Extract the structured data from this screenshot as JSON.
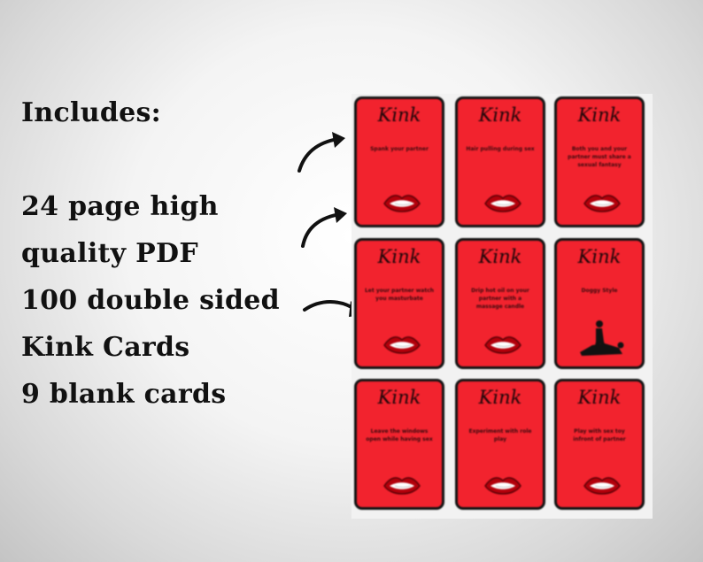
{
  "heading": "Includes:",
  "features": [
    "24 page high",
    "quality PDF",
    "100 double sided",
    "Kink Cards",
    "9 blank cards"
  ],
  "cards": [
    {
      "title": "Kink",
      "text": "Spank your partner",
      "icon": "lips-icon"
    },
    {
      "title": "Kink",
      "text": "Hair pulling during sex",
      "icon": "lips-icon"
    },
    {
      "title": "Kink",
      "text": "Both you and your partner must share a sexual fantasy",
      "icon": "lips-icon"
    },
    {
      "title": "Kink",
      "text": "Let your partner watch you masturbate",
      "icon": "lips-icon"
    },
    {
      "title": "Kink",
      "text": "Drip hot oil on your partner with a massage candle",
      "icon": "lips-icon"
    },
    {
      "title": "Kink",
      "text": "Doggy Style",
      "icon": "pose-silhouette-icon"
    },
    {
      "title": "Kink",
      "text": "Leave the windows open while having sex",
      "icon": "lips-icon"
    },
    {
      "title": "Kink",
      "text": "Experiment with role play",
      "icon": "lips-icon"
    },
    {
      "title": "Kink",
      "text": "Play with sex toy infront of partner",
      "icon": "lips-icon"
    }
  ],
  "colors": {
    "card": "#f2232e",
    "card_border": "#141414",
    "text": "#111111"
  }
}
